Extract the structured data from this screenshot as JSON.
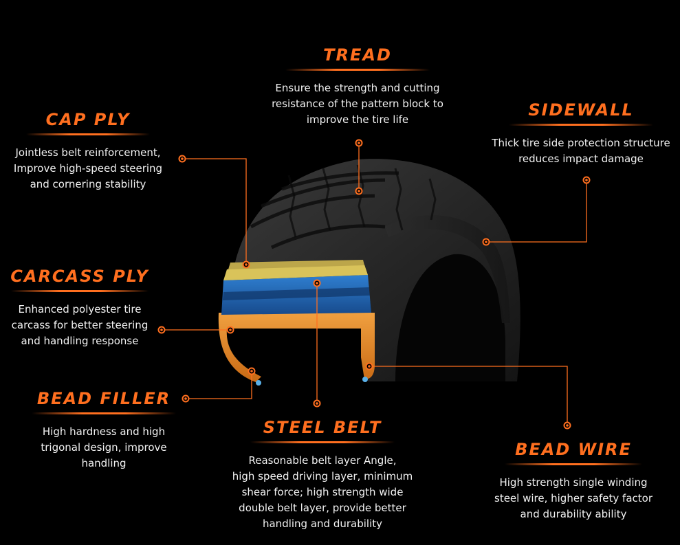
{
  "labels": {
    "tread": {
      "title": "TREAD",
      "desc": "Ensure the strength and cutting\nresistance of the pattern block to\nimprove the tire life"
    },
    "sidewall": {
      "title": "SIDEWALL",
      "desc": "Thick tire side protection structure\nreduces impact damage"
    },
    "cap_ply": {
      "title": "CAP PLY",
      "desc": "Jointless belt reinforcement,\nImprove high-speed steering\nand cornering stability"
    },
    "carcass_ply": {
      "title": "CARCASS PLY",
      "desc": "Enhanced polyester tire\ncarcass for better steering\nand handling response"
    },
    "bead_filler": {
      "title": "BEAD FILLER",
      "desc": "High hardness and high\ntrigonal design, improve\nhandling"
    },
    "steel_belt": {
      "title": "STEEL BELT",
      "desc": "Reasonable belt layer Angle,\nhigh speed driving layer, minimum\nshear force; high strength wide\ndouble belt layer, provide better\nhandling and durability"
    },
    "bead_wire": {
      "title": "BEAD WIRE",
      "desc": "High strength single winding\nsteel wire, higher safety factor\nand durability ability"
    }
  },
  "colors": {
    "accent": "#ff6f1f",
    "background": "#000000",
    "text": "#f2f2f2",
    "tread_rubber": "#2b2b2b",
    "cap_ply_layer": "#d9c35a",
    "steel_belt_layer": "#1f5aa8",
    "carcass_layer": "#e08a2c"
  }
}
